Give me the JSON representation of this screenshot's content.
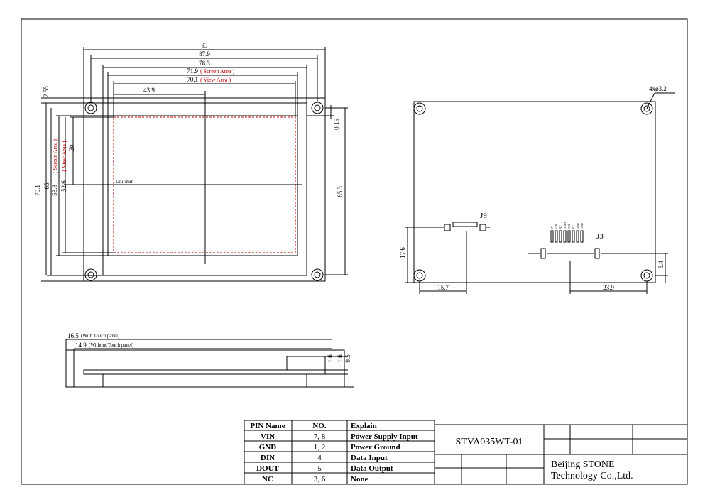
{
  "front_view": {
    "dims_top": [
      "93",
      "87.9",
      "78.3",
      "71.9",
      "70.1",
      "43.9"
    ],
    "screen_area_label": "( Screen Area )",
    "view_area_label": "( View Area )",
    "dim_left_top": "2.55",
    "dims_left": [
      "70.1",
      "65",
      "53.8",
      "52.6",
      "30"
    ],
    "dims_right": [
      "0.15",
      "65.3"
    ],
    "unit_label": "Unit:mm"
  },
  "back_view": {
    "hole_label": "4xø3.2",
    "j9_label": "J9",
    "j3_label": "J3",
    "j3_pins": [
      "5V",
      "VIN",
      "NC",
      "DOUT",
      "DIN",
      "NC",
      "GND",
      "GND"
    ],
    "dims": [
      "17.6",
      "15.7",
      "23.9",
      "5.4"
    ]
  },
  "side_view": {
    "thickness_with_touch": "16.5",
    "with_touch_note": "(With Touch panel)",
    "thickness_without_touch": "14.9",
    "without_touch_note": "(Without Touch panel)",
    "dims_right": [
      "1.6",
      "1.6",
      "9.5"
    ]
  },
  "pin_table": {
    "headers": [
      "PIN Name",
      "NO.",
      "Explain"
    ],
    "rows": [
      [
        "VIN",
        "7, 8",
        "Power Supply Input"
      ],
      [
        "GND",
        "1, 2",
        "Power Ground"
      ],
      [
        "DIN",
        "4",
        "Data Input"
      ],
      [
        "DOUT",
        "5",
        "Data Output"
      ],
      [
        "NC",
        "3, 6",
        "None"
      ]
    ]
  },
  "title_block": {
    "model": "STVA035WT-01",
    "company_line1": "Beijing STONE",
    "company_line2": "Technology Co.,Ltd."
  }
}
